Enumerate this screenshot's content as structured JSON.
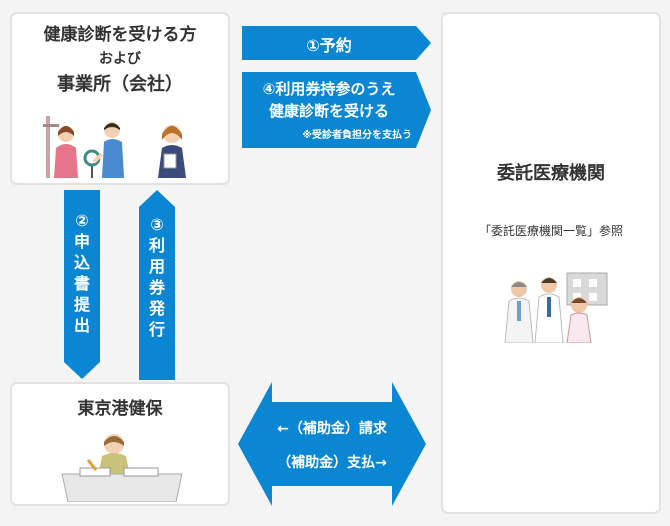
{
  "user_box": {
    "line1": "健康診断を受ける方",
    "line2": "および",
    "line3": "事業所（会社）"
  },
  "clinic_box": {
    "title": "委託医療機関",
    "note": "「委託医療機関一覧」参照"
  },
  "insurer_box": {
    "title": "東京港健保"
  },
  "arrows": {
    "reserve": "①予約",
    "visit_line1": "④利用券持参のうえ",
    "visit_line2": "健康診断を受ける",
    "visit_note": "※受診者負担分を支払う",
    "apply": "②申込書提出",
    "issue": "③利用券発行",
    "claim": "←（補助金）請求",
    "payment": "（補助金）支払→"
  },
  "colors": {
    "arrow": "#0a86d2",
    "box_border": "#e2e2e2",
    "background": "#f4f4f4"
  }
}
